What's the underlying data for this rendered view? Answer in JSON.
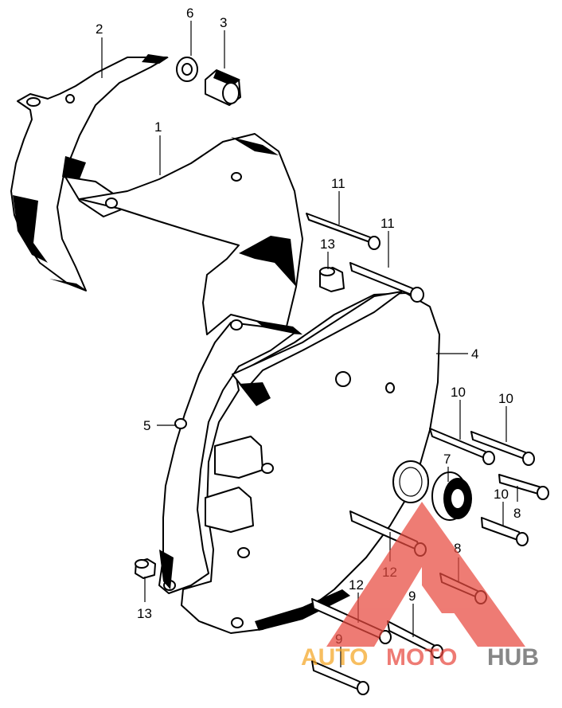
{
  "callouts": {
    "c1": "1",
    "c2": "2",
    "c3": "3",
    "c4": "4",
    "c5": "5",
    "c6": "6",
    "c7": "7",
    "c8a": "8",
    "c8b": "8",
    "c9a": "9",
    "c9b": "9",
    "c10a": "10",
    "c10b": "10",
    "c10c": "10",
    "c11a": "11",
    "c11b": "11",
    "c12a": "12",
    "c12b": "12",
    "c13a": "13",
    "c13b": "13"
  },
  "watermark": {
    "part1": "AUTO",
    "part2": "MOTO",
    "part3": "HUB",
    "color_orange": "#f5a623",
    "color_red": "#e8493f",
    "color_gray": "#5a5a5a"
  }
}
